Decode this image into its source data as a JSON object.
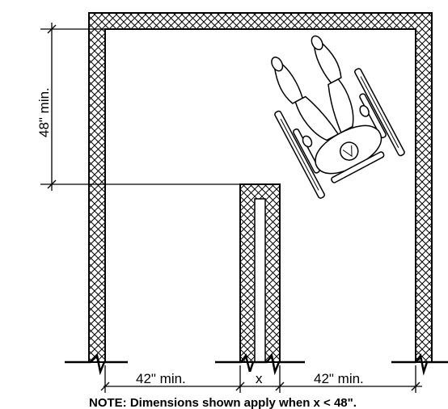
{
  "dimensions": {
    "vertical_clearance": "48\" min.",
    "left_width": "42\" min.",
    "center_gap": "x",
    "right_width": "42\" min."
  },
  "note": "NOTE: Dimensions shown apply when x < 48\"."
}
